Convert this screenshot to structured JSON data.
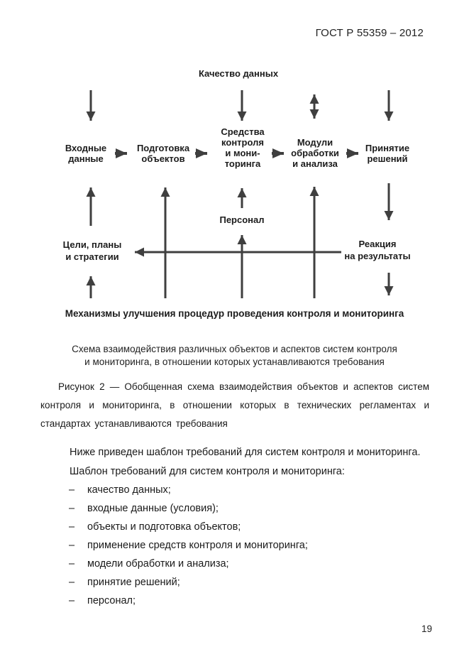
{
  "page": {
    "header": "ГОСТ Р 55359 – 2012",
    "page_number": "19"
  },
  "diagram": {
    "arrow_color": "#3f3f3f",
    "nodes": {
      "data_quality": "Качество данных",
      "input_data": "Входные\nданные",
      "object_preparation": "Подготовка\nобъектов",
      "control_means": "Средства\nконтроля\nи мони-\nторинга",
      "processing_modules": "Модули\nобработки\nи анализа",
      "decision_making": "Принятие\nрешений",
      "personnel": "Персонал",
      "goals_plans": "Цели, планы\nи стратегии",
      "reaction": "Реакция\nна результаты",
      "improvement_mechanisms": "Механизмы улучшения процедур проведения контроля и мониторинга"
    },
    "caption": "Схема взаимодействия различных объектов и аспектов систем контроля\nи мониторинга, в отношении которых устанавливаются требования"
  },
  "figure_caption": "Рисунок 2 — Обобщенная схема взаимодействия объектов и аспектов систем контроля и мониторинга, в отношении которых в технических регламентах и стандартах устанавливаются требования",
  "body": {
    "paragraphs": [
      "Ниже приведен шаблон требований для систем контроля и мониторинга.",
      "Шаблон требований для систем контроля и мониторинга:"
    ],
    "list_marker": "–",
    "list_items": [
      "качество данных;",
      "входные данные (условия);",
      "объекты и подготовка объектов;",
      "применение средств контроля и мониторинга;",
      "модели обработки и анализа;",
      "принятие решений;",
      "персонал;"
    ]
  }
}
